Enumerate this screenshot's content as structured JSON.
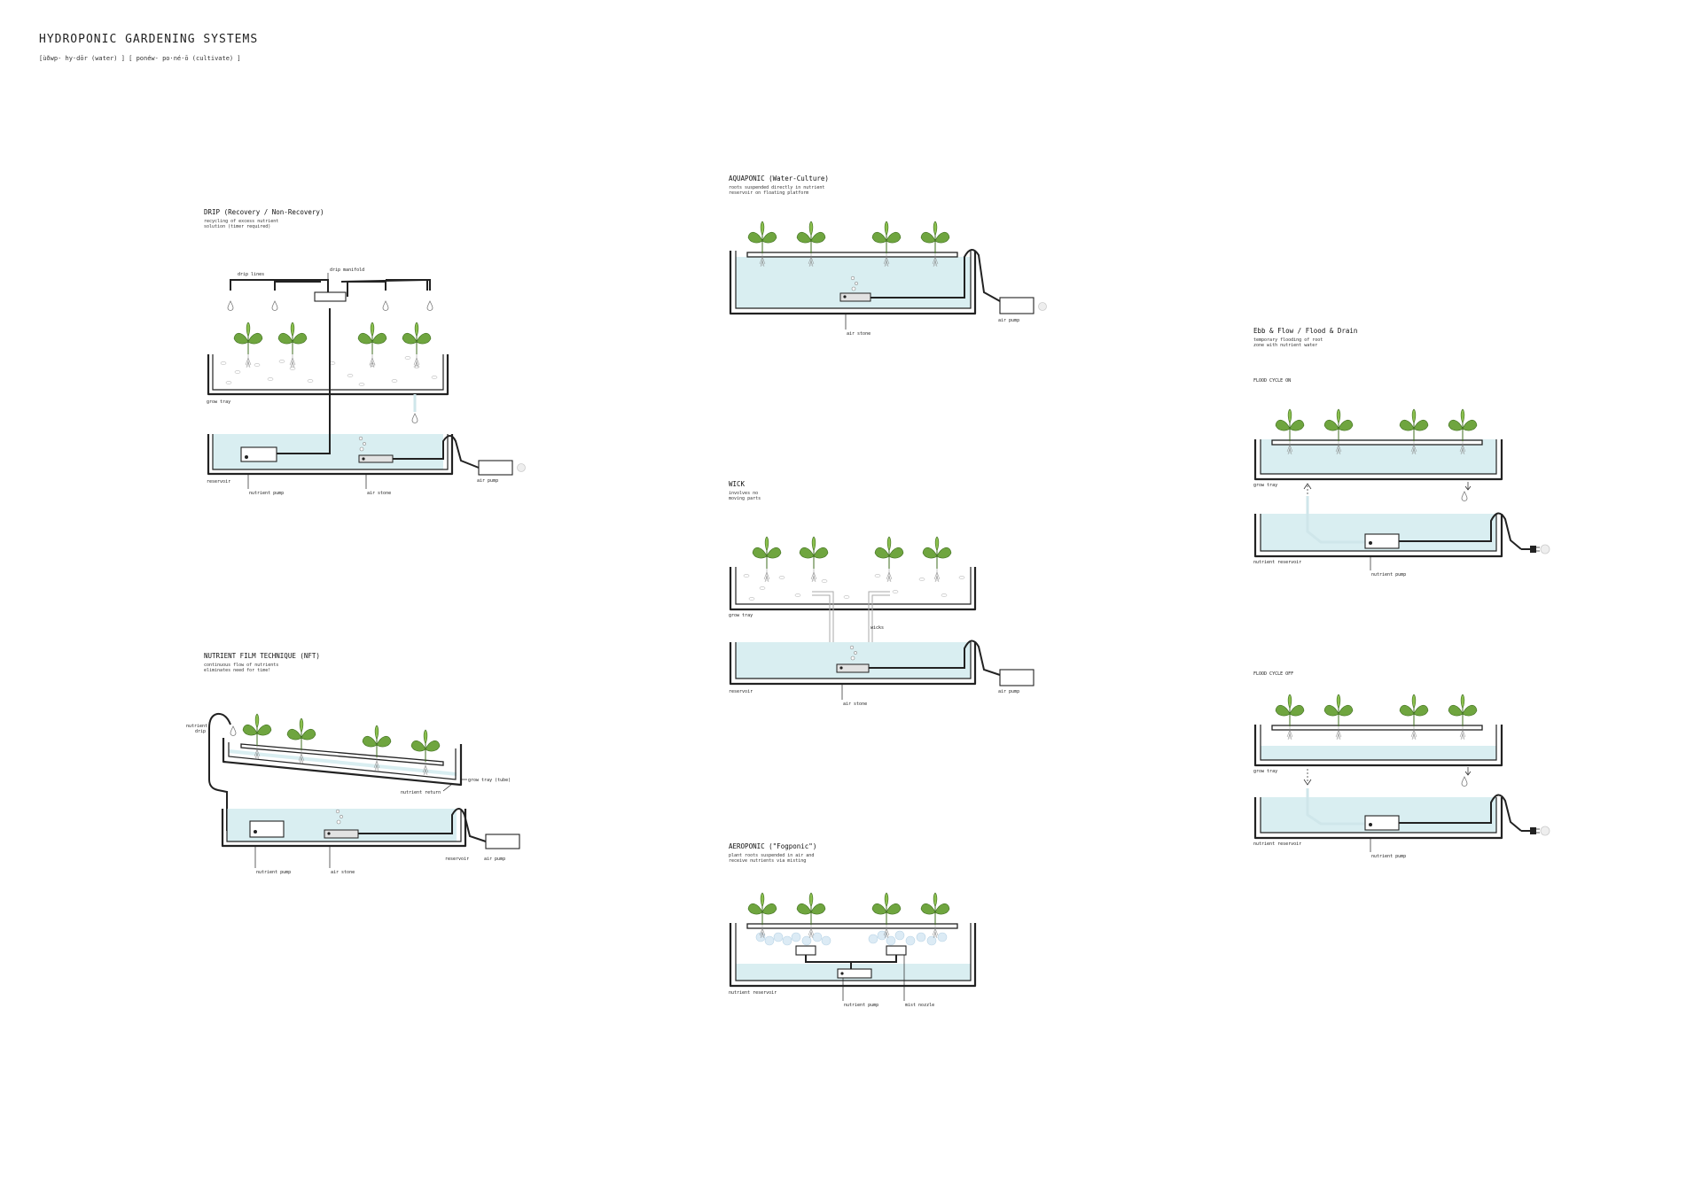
{
  "header": {
    "title": "HYDROPONIC GARDENING SYSTEMS",
    "subtitle": "[ùðwp- hy·dōr (water) ]  [ ponéw- po·né·ō (cultivate) ]"
  },
  "drip": {
    "title": "DRIP (Recovery / Non-Recovery)",
    "desc_1": "recycling of excess nutrient",
    "desc_2": "solution (timer required)",
    "label_drip_lines": "drip lines",
    "label_drip_manifold": "drip manifold",
    "label_grow_tray": "grow tray",
    "label_reservoir": "reservoir",
    "label_nutrient_pump": "nutrient pump",
    "label_air_stone": "air stone",
    "label_air_pump": "air pump"
  },
  "nft": {
    "title": "NUTRIENT FILM TECHNIQUE (NFT)",
    "desc_1": "continuous flow of nutrients",
    "desc_2": "eliminates need for time!",
    "label_nutrient": "nutrient",
    "label_drip": "drip",
    "label_grow_tray": "grow tray (tube)",
    "label_nutrient_return": "nutrient return",
    "label_nutrient_pump": "nutrient pump",
    "label_air_stone": "air stone",
    "label_reservoir": "reservoir",
    "label_air_pump": "air pump"
  },
  "aquaponic": {
    "title": "AQUAPONIC (Water-Culture)",
    "desc_1": "roots suspended directly in nutrient",
    "desc_2": "reservoir on floating platform",
    "label_air_stone": "air stone",
    "label_air_pump": "air pump"
  },
  "wick": {
    "title": "WICK",
    "desc_1": "involves no",
    "desc_2": "moving parts",
    "label_grow_tray": "grow tray",
    "label_wicks": "wicks",
    "label_reservoir": "reservoir",
    "label_air_stone": "air stone",
    "label_air_pump": "air pump"
  },
  "aeroponic": {
    "title": "AEROPONIC (\"Fogponic\")",
    "desc_1": "plant roots suspended in air and",
    "desc_2": "receive nutrients via misting",
    "label_nutrient_reservoir": "nutrient reservoir",
    "label_nutrient_pump": "nutrient pump",
    "label_mist_nozzle": "mist nozzle"
  },
  "ebb": {
    "title": "Ebb & Flow / Flood & Drain",
    "desc_1": "temporary flooding of root",
    "desc_2": "zone with nutrient water",
    "on": {
      "label": "FLOOD CYCLE ON",
      "label_grow_tray": "grow tray",
      "label_nutrient_reservoir": "nutrient reservoir",
      "label_nutrient_pump": "nutrient pump"
    },
    "off": {
      "label": "FLOOD CYCLE OFF",
      "label_grow_tray": "grow tray",
      "label_nutrient_reservoir": "nutrient reservoir",
      "label_nutrient_pump": "nutrient pump"
    }
  },
  "colors": {
    "water": "#d9eef1",
    "leaf": "#6fa53f",
    "outline": "#222222"
  }
}
